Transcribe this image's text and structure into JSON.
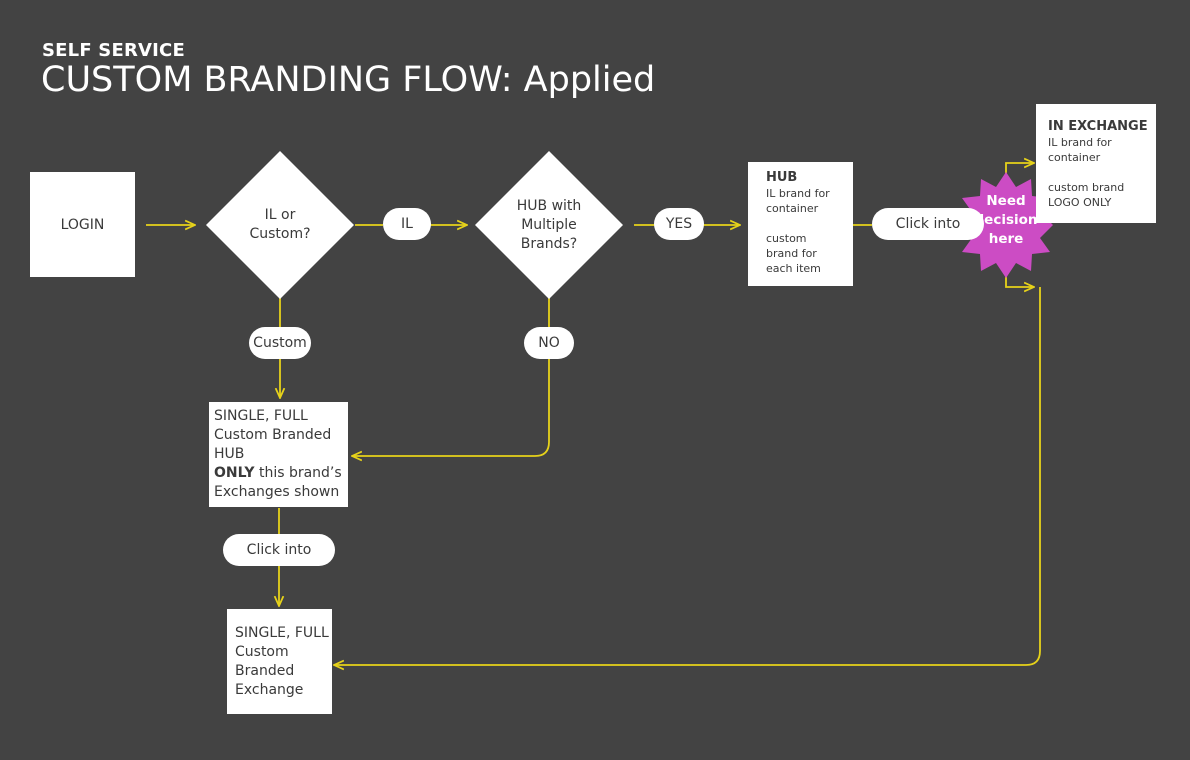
{
  "header": {
    "kicker": "SELF SERVICE",
    "title": "CUSTOM BRANDING FLOW: Applied"
  },
  "nodes": {
    "login": "LOGIN",
    "decision_il_custom": [
      "IL or",
      "Custom?"
    ],
    "decision_hub_multi": [
      "HUB with",
      "Multiple",
      "Brands?"
    ],
    "hub_box": {
      "title": "HUB",
      "line1": "IL brand for",
      "line2": "container",
      "line3": "custom",
      "line4": "brand for",
      "line5": "each item"
    },
    "exchange_box": {
      "title": "IN EXCHANGE",
      "line1": "IL brand for",
      "line2": "container",
      "line3": "custom brand",
      "line4": "LOGO ONLY"
    },
    "single_hub": {
      "line1": "SINGLE, FULL",
      "line2": "Custom Branded",
      "line3": "HUB",
      "only_bold": "ONLY",
      "line4_rest": " this brand’s",
      "line5": "Exchanges shown"
    },
    "single_exchange": {
      "line1": "SINGLE, FULL",
      "line2": "Custom",
      "line3": "Branded",
      "line4": "Exchange"
    }
  },
  "labels": {
    "il": "IL",
    "yes": "YES",
    "no": "NO",
    "custom": "Custom",
    "click_into_top": "Click into",
    "click_into_bottom": "Click into"
  },
  "callout": [
    "Need",
    "decision",
    "here"
  ],
  "colors": {
    "background": "#434343",
    "connector": "#e6d21a",
    "node_fill": "#ffffff",
    "callout": "#cc4cc4"
  }
}
